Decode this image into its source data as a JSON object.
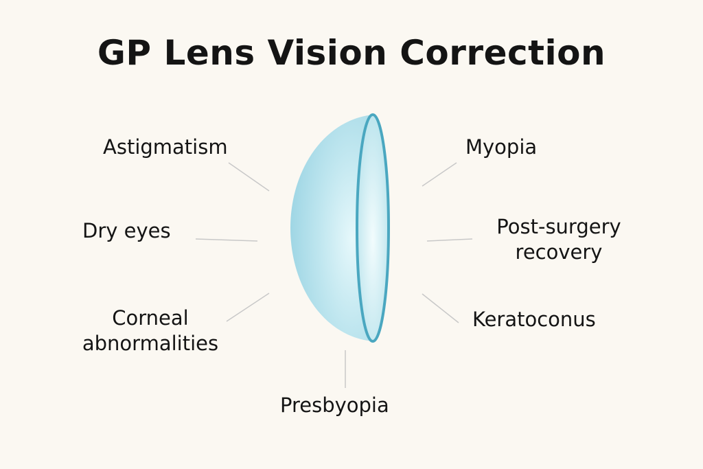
{
  "title": "GP Lens Vision Correction",
  "labels": {
    "astigmatism": "Astigmatism",
    "dry_eyes": "Dry eyes",
    "corneal_1": "Corneal",
    "corneal_2": "abnormalities",
    "myopia": "Myopia",
    "post_surgery_1": "Post-surgery",
    "post_surgery_2": "recovery",
    "keratoconus": "Keratoconus",
    "presbyopia": "Presbyopia"
  },
  "colors": {
    "lens": "#9fd8e6",
    "rim": "#4aa7c0",
    "connector": "#c8c8c8"
  }
}
